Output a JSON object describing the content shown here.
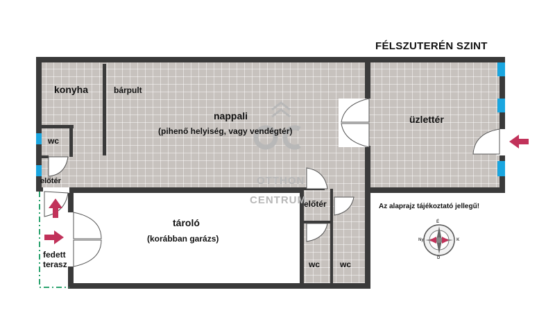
{
  "title": "FÉLSZUTERÉN SZINT",
  "note": "Az alaprajz tájékoztató jellegű!",
  "rooms": {
    "konyha": "konyha",
    "barpult": "bárpult",
    "nappali": "nappali",
    "nappali_sub": "(pihenő helyiség, vagy vendégtér)",
    "uzletter": "üzlettér",
    "wc_left": "wc",
    "eloter_left": "előtér",
    "eloter_mid": "előtér",
    "tarolo": "tároló",
    "tarolo_sub": "(korábban garázs)",
    "fedett_terasz_line1": "fedett",
    "fedett_terasz_line2": "terasz",
    "wc_bottom_left": "wc",
    "wc_bottom_right": "wc"
  },
  "watermark": {
    "line1": "OTTHON",
    "line2": "CENTRUM"
  },
  "compass": {
    "n": "É",
    "s": "D",
    "e": "K",
    "w": "Ny"
  },
  "colors": {
    "wall": "#3a3a3a",
    "floor_tile": "#c7c2be",
    "tile_line": "#ffffff",
    "window": "#1aa6e0",
    "arrow": "#c1325a",
    "terrace_line": "#2aa36e"
  }
}
